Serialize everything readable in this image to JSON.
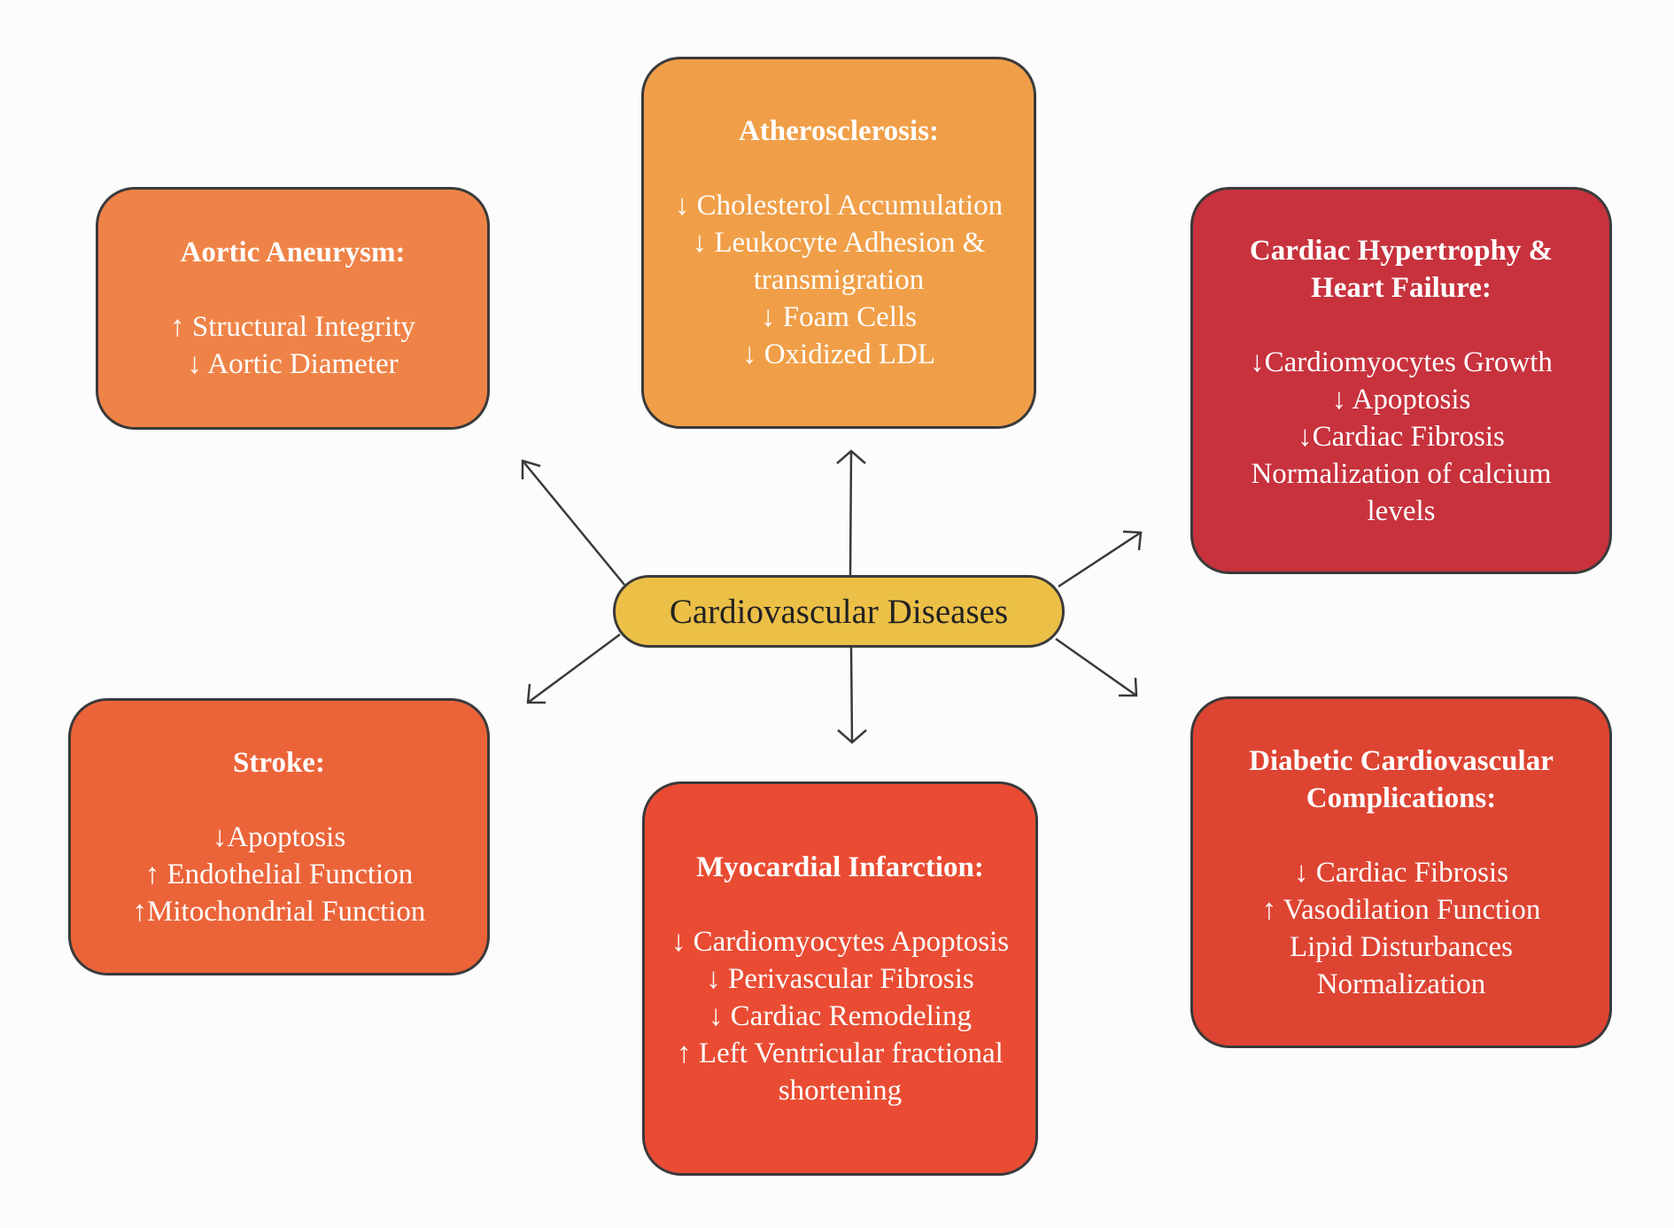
{
  "colors": {
    "atherosclerosis": "#f09f48",
    "aortic_aneurysm": "#ef8347",
    "cardiac_hypertrophy": "#c7323d",
    "stroke": "#eb6439",
    "myocardial_infarction": "#e94c33",
    "diabetic": "#de4432",
    "center": "#ecc047",
    "border": "#3a3a3a"
  },
  "center": {
    "label": "Cardiovascular Diseases"
  },
  "boxes": {
    "atherosclerosis": {
      "title": "Atherosclerosis:",
      "items": [
        "↓ Cholesterol Accumulation",
        "↓ Leukocyte Adhesion &\ntransmigration",
        "↓ Foam Cells",
        "↓ Oxidized LDL"
      ]
    },
    "aortic_aneurysm": {
      "title": "Aortic Aneurysm:",
      "items": [
        "↑ Structural Integrity",
        "↓ Aortic Diameter"
      ]
    },
    "cardiac_hypertrophy": {
      "title": "Cardiac Hypertrophy &\nHeart Failure:",
      "items": [
        "↓Cardiomyocytes Growth",
        "↓ Apoptosis",
        "↓Cardiac Fibrosis",
        "Normalization of calcium\nlevels"
      ]
    },
    "stroke": {
      "title": "Stroke:",
      "items": [
        "↓Apoptosis",
        "↑ Endothelial Function",
        "↑Mitochondrial Function"
      ]
    },
    "myocardial_infarction": {
      "title": "Myocardial Infarction:",
      "items": [
        "↓ Cardiomyocytes Apoptosis",
        "↓ Perivascular Fibrosis",
        "↓ Cardiac Remodeling",
        "↑ Left Ventricular fractional\nshortening"
      ]
    },
    "diabetic": {
      "title": "Diabetic Cardiovascular\nComplications:",
      "items": [
        "↓ Cardiac Fibrosis",
        "↑ Vasodilation Function",
        "Lipid Disturbances\nNormalization"
      ]
    }
  }
}
